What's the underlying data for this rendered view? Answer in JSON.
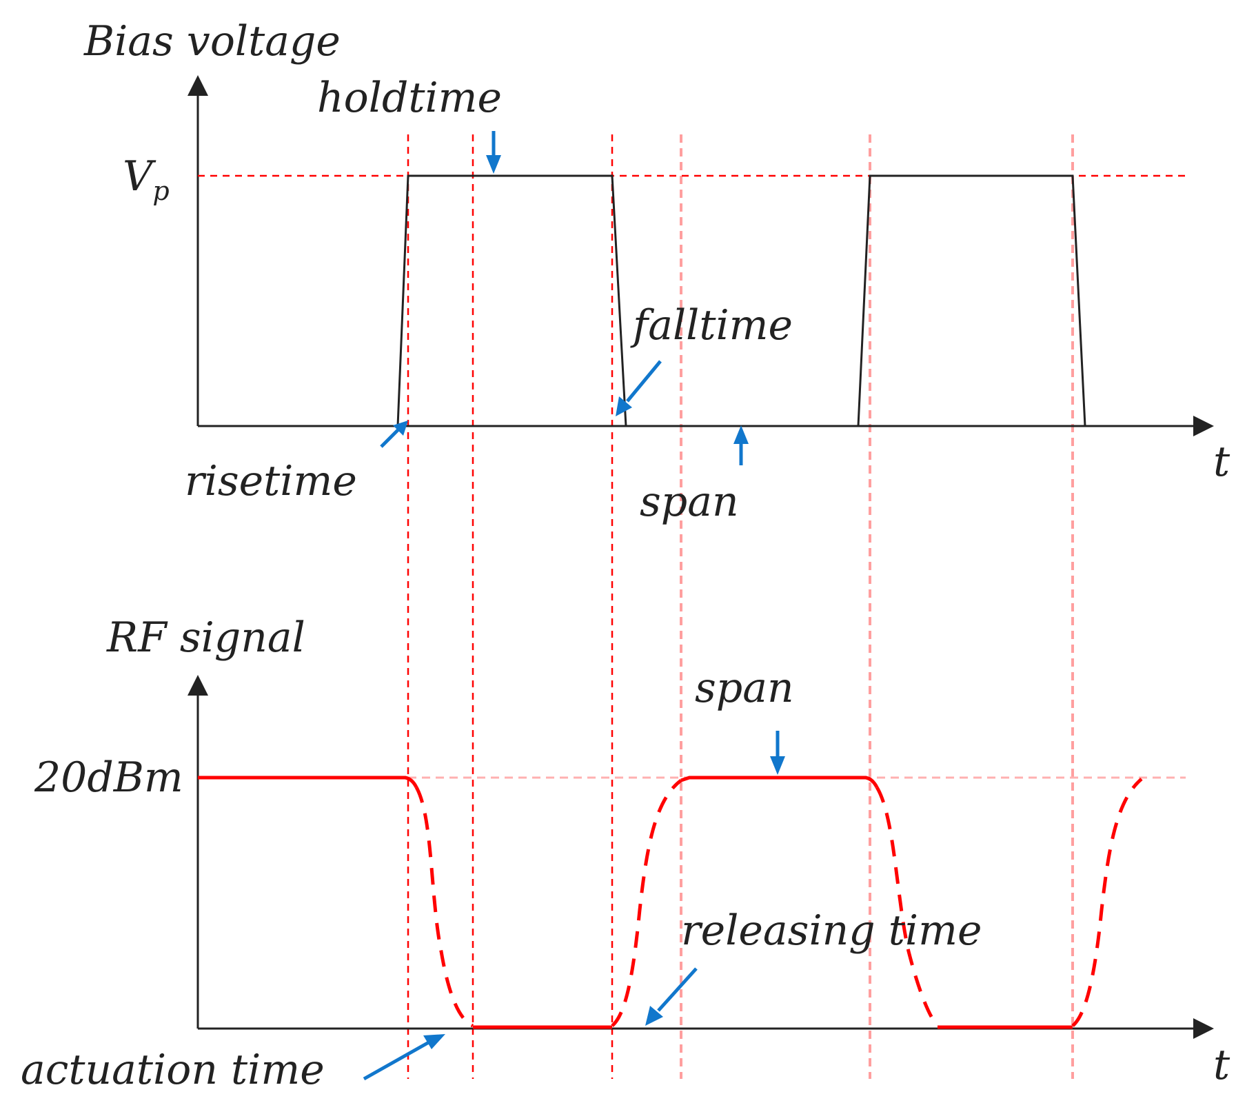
{
  "top_panel": {
    "y_label": "Bias voltage",
    "level_label": "V",
    "level_subscript": "p",
    "x_label": "t",
    "annotations": {
      "holdtime": "holdtime",
      "falltime": "falltime",
      "risetime": "risetime",
      "span": "span"
    }
  },
  "bottom_panel": {
    "y_label": "RF signal",
    "level_label": "20dBm",
    "x_label": "t",
    "annotations": {
      "span": "span",
      "releasing_time": "releasing time",
      "actuation_time": "actuation time"
    }
  },
  "colors": {
    "axis": "#222222",
    "rf_signal": "#ff0000",
    "guide_dark": "#ff0000",
    "guide_light": "#ff9f9f",
    "arrow": "#1177cc"
  }
}
